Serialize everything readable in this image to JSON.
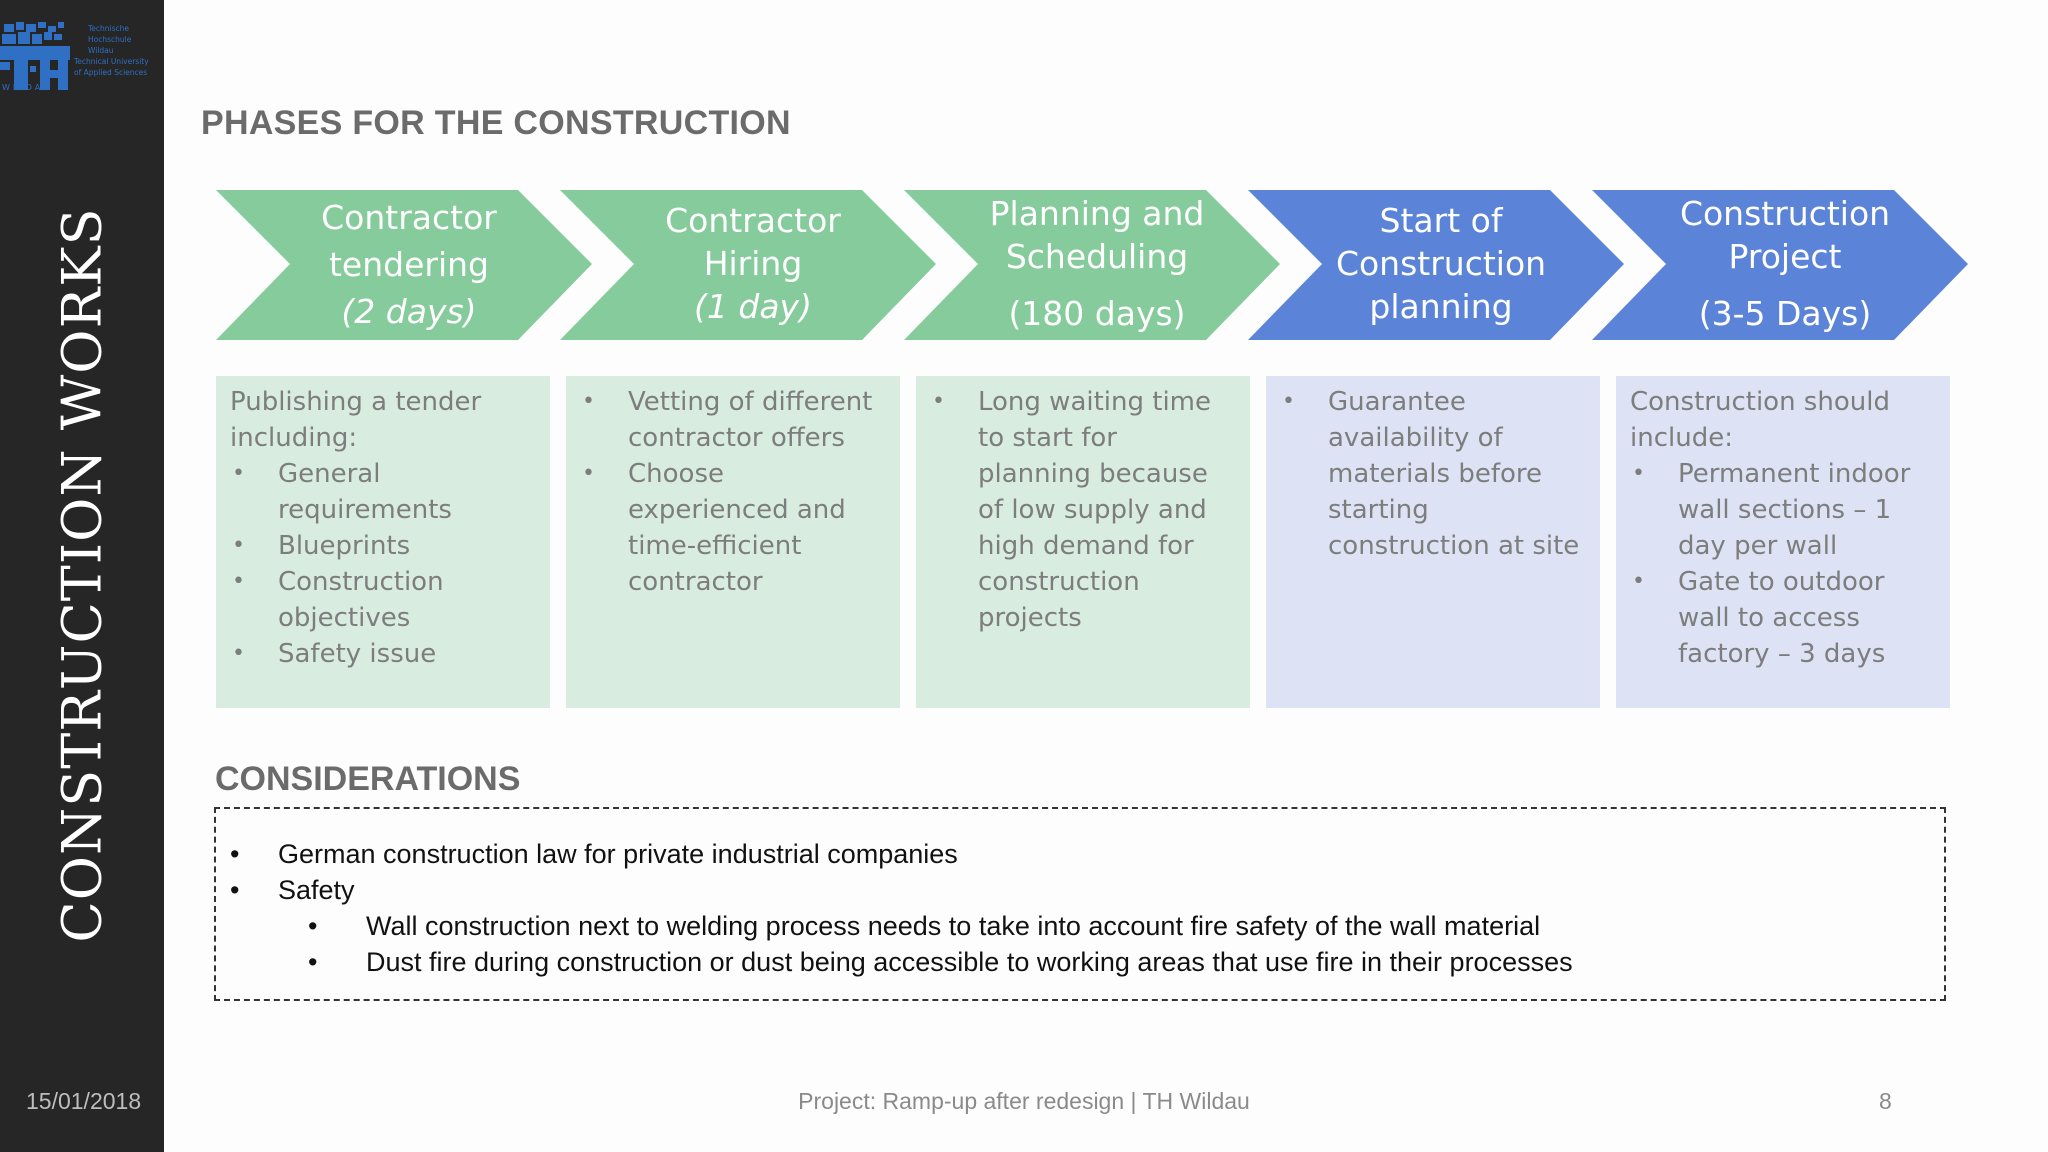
{
  "sidebar": {
    "vertical_title": "CONSTRUCTION WORKS",
    "date": "15/01/2018",
    "logo_text": "TH WILDAU",
    "logo_small_text": [
      "Technische",
      "Hochschule",
      "Wildau",
      "Technical University",
      "of Applied Sciences"
    ]
  },
  "title": "PHASES FOR THE CONSTRUCTION",
  "phases": [
    {
      "title_lines": [
        "Contractor",
        "tendering"
      ],
      "duration": "(2 days)",
      "color": "#86cb9b"
    },
    {
      "title_lines": [
        "Contractor",
        "Hiring"
      ],
      "duration": "(1 day)",
      "color": "#86cb9b"
    },
    {
      "title_lines": [
        "Planning and",
        "Scheduling"
      ],
      "duration": "(180 days)",
      "color": "#86cb9b"
    },
    {
      "title_lines": [
        "Start of",
        "Construction",
        "planning"
      ],
      "duration": "",
      "color": "#5b83d8"
    },
    {
      "title_lines": [
        "Construction",
        "Project"
      ],
      "duration": "(3-5 Days)",
      "color": "#5b83d8"
    }
  ],
  "details": [
    {
      "intro": "Publishing a tender including:",
      "bullets": [
        "General requirements",
        "Blueprints",
        "Construction objectives",
        "Safety issue"
      ]
    },
    {
      "intro": "",
      "bullets": [
        "Vetting of different contractor offers",
        "Choose experienced and time-efficient contractor"
      ]
    },
    {
      "intro": "",
      "bullets": [
        "Long waiting time to start for planning because of low supply and high demand for construction projects"
      ]
    },
    {
      "intro": "",
      "bullets": [
        "Guarantee availability of materials before starting construction at site"
      ]
    },
    {
      "intro": "Construction should include:",
      "bullets": [
        "Permanent indoor wall sections – 1 day per wall",
        "Gate to outdoor wall to access factory – 3 days"
      ]
    }
  ],
  "considerations": {
    "heading": "CONSIDERATIONS",
    "items": [
      "German construction law for private industrial companies",
      "Safety"
    ],
    "sub_items": [
      "Wall construction next to welding process needs to take into account fire safety of the wall material",
      "Dust fire during construction or dust being accessible to working areas that use fire in their processes"
    ]
  },
  "footer": {
    "text": "Project: Ramp-up after redesign | TH Wildau",
    "page_number": "8"
  },
  "colors": {
    "green": "#86cb9b",
    "blue": "#5b83d8",
    "green_light": "#d8ede0",
    "blue_light": "#dde3f4",
    "sidebar": "#262626"
  }
}
